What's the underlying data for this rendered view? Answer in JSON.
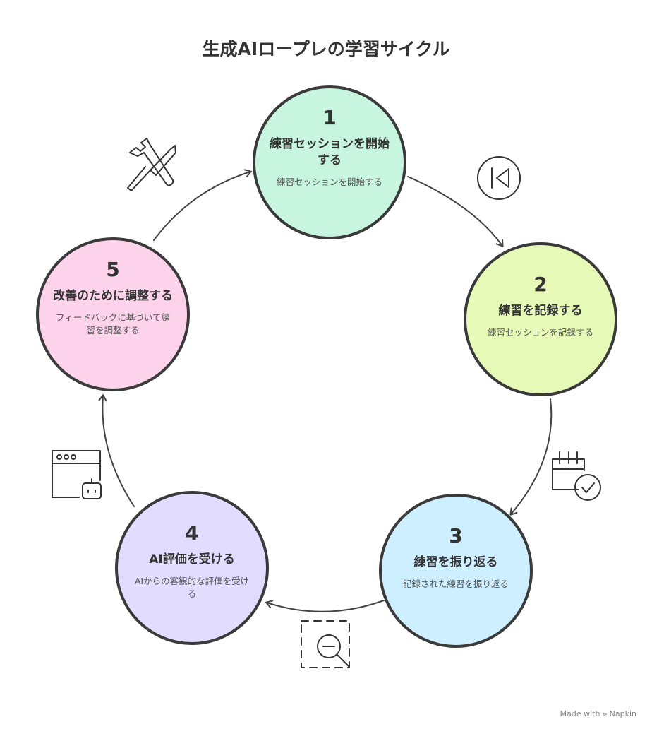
{
  "title": "生成AIロープレの学習サイクル",
  "steps": [
    {
      "number": "1",
      "title": "練習セッションを開始する",
      "description": "練習セッションを開始する",
      "color": "#c8f5df"
    },
    {
      "number": "2",
      "title": "練習を記録する",
      "description": "練習セッションを記録する",
      "color": "#e7f9b6"
    },
    {
      "number": "3",
      "title": "練習を振り返る",
      "description": "記録された練習を振り返る",
      "color": "#cdefff"
    },
    {
      "number": "4",
      "title": "AI評価を受ける",
      "description": "AIからの客観的な評価を受ける",
      "color": "#e2dcff"
    },
    {
      "number": "5",
      "title": "改善のために調整する",
      "description": "フィードバックに基づいて練習を調整する",
      "color": "#fdd3ec"
    }
  ],
  "icons": [
    "skip-back-icon",
    "calendar-check-icon",
    "zoom-out-icon",
    "browser-bot-icon",
    "tools-icon"
  ],
  "watermark": "Made with ⪢ Napkin"
}
